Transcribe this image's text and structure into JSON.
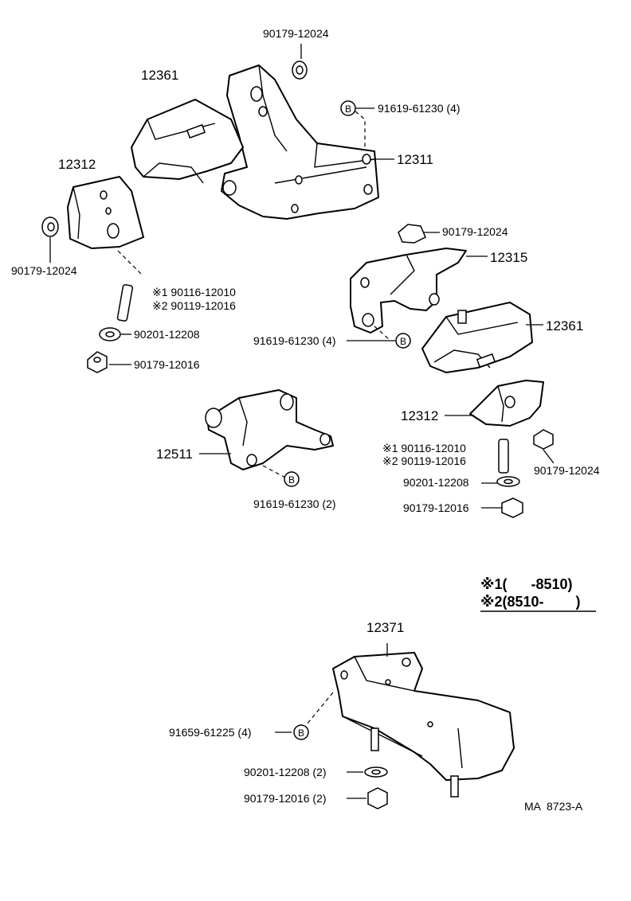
{
  "labels": {
    "nut_top": "90179-12024",
    "mount_12361_left": "12361",
    "bolt_top_right": "91619-61230 (4)",
    "bracket_12311": "12311",
    "bracket_12312_left": "12312",
    "nut_left": "90179-12024",
    "stud_left_1": "※1 90116-12010",
    "stud_left_2": "※2 90119-12016",
    "washer_left": "90201-12208",
    "nut_left_lower": "90179-12016",
    "nut_mid_right": "90179-12024",
    "bracket_12315": "12315",
    "bolt_mid": "91619-61230 (4)",
    "mount_12361_right": "12361",
    "bracket_12312_right": "12312",
    "stud_right_1": "※1 90116-12010",
    "stud_right_2": "※2 90119-12016",
    "nut_right": "90179-12024",
    "washer_right": "90201-12208",
    "nut_right_lower": "90179-12016",
    "bracket_12511": "12511",
    "bolt_lower_mid": "91619-61230 (2)",
    "legend_1": "※1(      -8510)",
    "legend_2": "※2(8510-        )",
    "mount_12371": "12371",
    "bolt_bottom": "91659-61225 (4)",
    "washer_bottom": "90201-12208 (2)",
    "nut_bottom": "90179-12016 (2)",
    "figure_code": "MA  8723-A",
    "bolt_marker": "B"
  }
}
